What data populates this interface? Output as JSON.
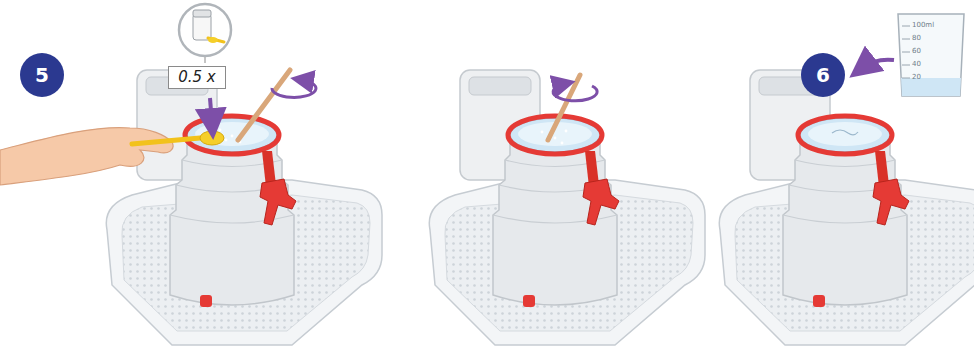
{
  "diagram": {
    "nodes": [
      {
        "text": [
          "5"
        ]
      },
      {
        "text": [
          "0.5 x"
        ]
      },
      {
        "text": [
          "6"
        ]
      }
    ],
    "labels": [
      "100ml",
      "80",
      "60",
      "40",
      "20"
    ]
  }
}
